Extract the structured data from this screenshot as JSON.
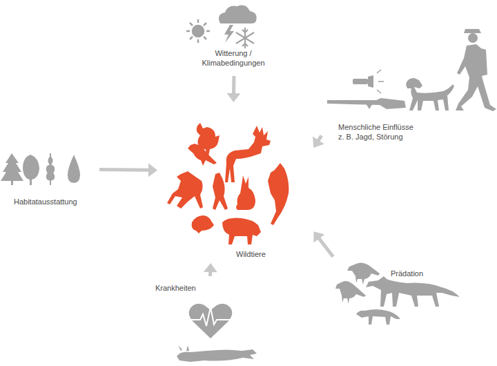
{
  "diagram": {
    "nodes": [
      {
        "text": [
          "Witterung / Klimabedingungen"
        ]
      },
      {
        "text": [
          "Menschliche Einflüsse z. B. Jagd, Störung"
        ]
      },
      {
        "text": [
          "Habitatausstattung"
        ]
      },
      {
        "text": [
          "Wildtiere"
        ]
      },
      {
        "text": [
          "Krankheiten"
        ]
      },
      {
        "text": [
          "Prädation"
        ]
      }
    ],
    "edges": [
      {
        "from": 0,
        "to": 3,
        "arrow": "to"
      },
      {
        "from": 1,
        "to": 3,
        "arrow": "to"
      },
      {
        "from": 2,
        "to": 3,
        "arrow": "to"
      },
      {
        "from": 4,
        "to": 3,
        "arrow": "to"
      },
      {
        "from": 5,
        "to": 3,
        "arrow": "to"
      }
    ]
  }
}
